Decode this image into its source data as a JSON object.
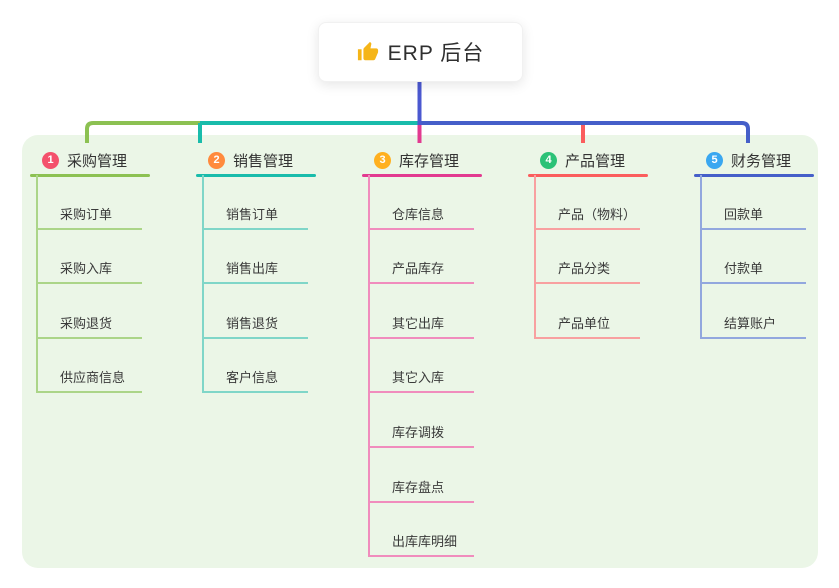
{
  "root": {
    "icon": "thumbs-up-icon",
    "icon_color": "#f5b518",
    "label": "ERP 后台"
  },
  "canvas": {
    "background": "#ffffff",
    "panel_background": "#ebf6e7",
    "trunk_color": "#4b58d0"
  },
  "branches": [
    {
      "number": "1",
      "label": "采购管理",
      "badge_color": "#f4516c",
      "line_color": "#8cc152",
      "child_line_color": "#abd588",
      "children": [
        "采购订单",
        "采购入库",
        "采购退货",
        "供应商信息"
      ]
    },
    {
      "number": "2",
      "label": "销售管理",
      "badge_color": "#ff8a3d",
      "line_color": "#19bcab",
      "child_line_color": "#7fd6c8",
      "children": [
        "销售订单",
        "销售出库",
        "销售退货",
        "客户信息"
      ]
    },
    {
      "number": "3",
      "label": "库存管理",
      "badge_color": "#ffb01f",
      "line_color": "#e23a90",
      "child_line_color": "#f08cbd",
      "children": [
        "仓库信息",
        "产品库存",
        "其它出库",
        "其它入库",
        "库存调拨",
        "库存盘点",
        "出库库明细"
      ]
    },
    {
      "number": "4",
      "label": "产品管理",
      "badge_color": "#2bc277",
      "line_color": "#fb5d5d",
      "child_line_color": "#f8a0a0",
      "children": [
        "产品（物料）",
        "产品分类",
        "产品单位"
      ]
    },
    {
      "number": "5",
      "label": "财务管理",
      "badge_color": "#3aa7f0",
      "line_color": "#455fc9",
      "child_line_color": "#92a7de",
      "children": [
        "回款单",
        "付款单",
        "结算账户"
      ]
    }
  ]
}
